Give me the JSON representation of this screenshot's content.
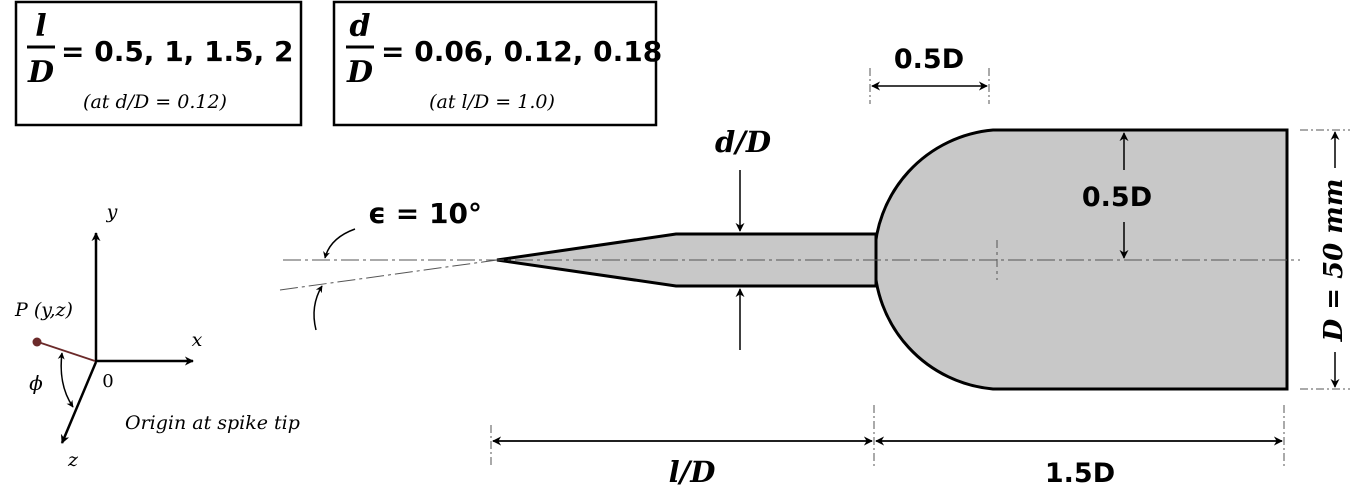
{
  "box1": {
    "frac_num": "l",
    "frac_den": "D",
    "equals_values": "=  0.5, 1, 1.5, 2",
    "condition": "(at d/D = 0.12)"
  },
  "box2": {
    "frac_num": "d",
    "frac_den": "D",
    "equals_values": "= 0.06, 0.12, 0.18",
    "condition": "(at l/D = 1.0)"
  },
  "labels": {
    "nose_length": "0.5D",
    "nose_radius": "0.5D",
    "spike_diameter": "d/D",
    "cone_angle": "ϵ = 10°",
    "body_diameter": "D = 50 mm",
    "spike_length": "l/D",
    "body_length": "1.5D"
  },
  "axes": {
    "y": "y",
    "x": "x",
    "z": "z",
    "origin": "0",
    "point": "P (y,z)",
    "angle": "ϕ",
    "origin_note": "Origin at spike tip"
  },
  "colors": {
    "body_fill": "#c8c8c8",
    "point_color": "#6b2a2a",
    "stroke": "#000000"
  }
}
